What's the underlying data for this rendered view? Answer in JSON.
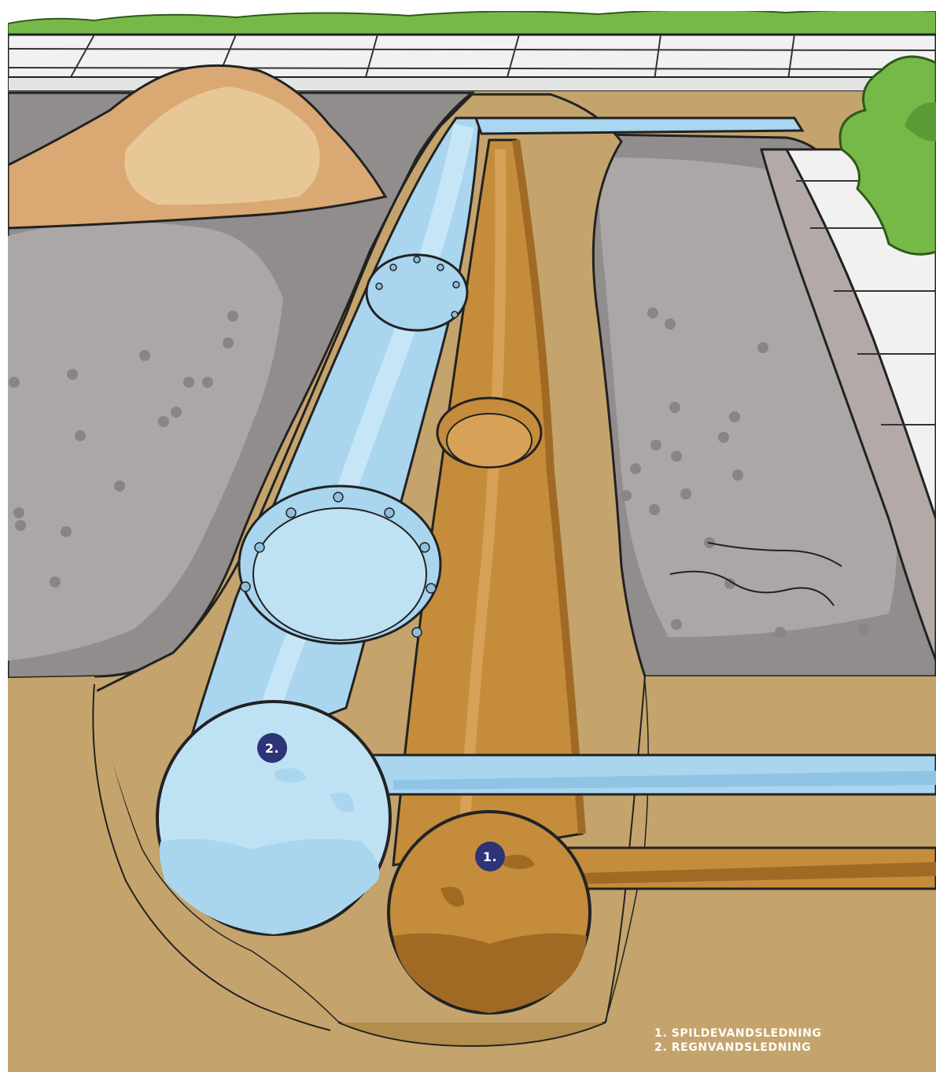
{
  "labels": {
    "marker_1": "1.",
    "marker_2": "2."
  },
  "legend": [
    "1. SPILDEVANDSLEDNING",
    "2. REGNVANDSLEDNING"
  ],
  "colors": {
    "grass": "#77b948",
    "pavement": "#f1f1f1",
    "sand_pile": "#d9a873",
    "soil": "#c4a46c",
    "asphalt": "#aaa7a6",
    "rainwater_pipe": "#a9d5ee",
    "wastewater_pipe": "#c58c3c",
    "marker": "#2e3478",
    "outline": "#1e1e1e"
  }
}
